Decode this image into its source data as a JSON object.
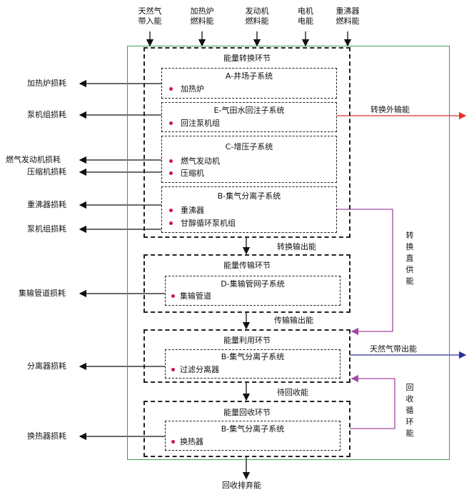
{
  "inputs": [
    "天然气\n带入能",
    "加热炉\n燃料能",
    "发动机\n燃料能",
    "电机\n电能",
    "重沸器\n燃料能"
  ],
  "losses": {
    "heater": "加热炉损耗",
    "pump1": "泵机组损耗",
    "gas_engine": "燃气发动机损耗",
    "compressor": "压缩机损耗",
    "reboiler": "重沸器损耗",
    "pump2": "泵机组损耗",
    "pipeline": "集输管道损耗",
    "separator": "分离器损耗",
    "heat_exchanger": "换热器损耗"
  },
  "sections": {
    "conversion": "能量转换环节",
    "transport": "能量传输环节",
    "utilization": "能量利用环节",
    "recovery": "能量回收环节"
  },
  "subsystems": {
    "A": {
      "title": "A-井场子系统",
      "items": [
        "加热炉"
      ]
    },
    "E": {
      "title": "E-气田水回注子系统",
      "items": [
        "回注泵机组"
      ]
    },
    "C": {
      "title": "C-增压子系统",
      "items": [
        "燃气发动机",
        "压缩机"
      ]
    },
    "B1": {
      "title": "B-集气分离子系统",
      "items": [
        "重沸器",
        "甘醇循环泵机组"
      ]
    },
    "D": {
      "title": "D-集输管网子系统",
      "items": [
        "集输管道"
      ]
    },
    "B2": {
      "title": "B-集气分离子系统",
      "items": [
        "过滤分离器"
      ]
    },
    "B3": {
      "title": "B-集气分离子系统",
      "items": [
        "换热器"
      ]
    }
  },
  "flows": {
    "conversion_output": "转换输出能",
    "transport_output": "传输输出能",
    "to_recover": "待回收能",
    "recovery_discard": "回收排弃能",
    "external_output": "转换外输能",
    "direct_supply": "转\n换\n直\n供\n能",
    "gas_output": "天然气带出能",
    "recycle": "回\n收\n循\n环\n能"
  },
  "colors": {
    "green": "#3aa04a",
    "red": "#e8302a",
    "blue": "#2b2f9a",
    "purple": "#a24a9e",
    "bullet": "#d0144c"
  }
}
